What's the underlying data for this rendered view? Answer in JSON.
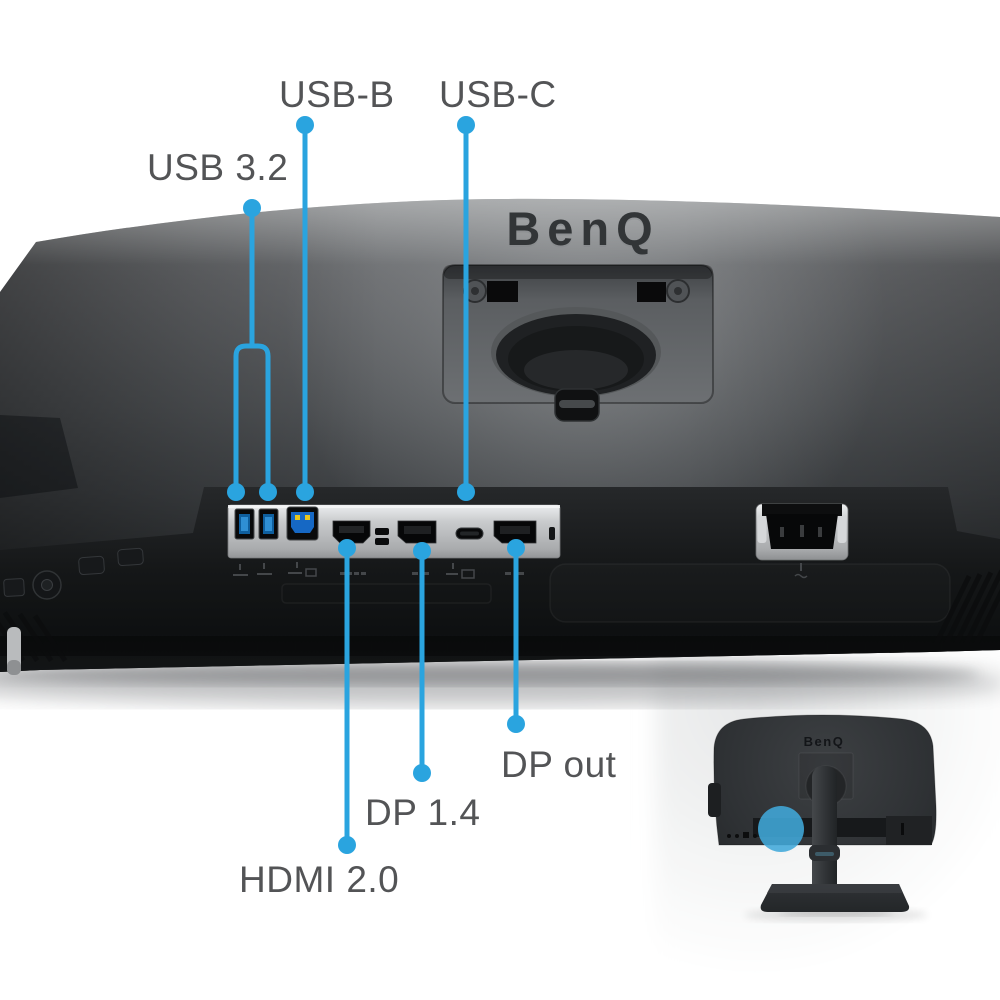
{
  "figure": {
    "type": "annotated-product-rear-view",
    "subject": "monitor back panel connectivity"
  },
  "logo": {
    "text": "BenQ"
  },
  "labels": {
    "usb_3_2": "USB 3.2",
    "usb_b": "USB-B",
    "usb_c": "USB-C",
    "dp_out": "DP out",
    "dp_1_4": "DP 1.4",
    "hdmi_2_0": "HDMI 2.0"
  },
  "callouts": [
    {
      "id": "usb-3-2",
      "label": "USB 3.2",
      "targets": [
        "usb-a-port-1",
        "usb-a-port-2"
      ],
      "direction": "from-top"
    },
    {
      "id": "usb-b",
      "label": "USB-B",
      "targets": [
        "usb-b-port"
      ],
      "direction": "from-top"
    },
    {
      "id": "usb-c",
      "label": "USB-C",
      "targets": [
        "usb-c-port"
      ],
      "direction": "from-top"
    },
    {
      "id": "hdmi-2-0",
      "label": "HDMI 2.0",
      "targets": [
        "hdmi-port"
      ],
      "direction": "to-bottom"
    },
    {
      "id": "dp-1-4",
      "label": "DP 1.4",
      "targets": [
        "dp-in-port"
      ],
      "direction": "to-bottom"
    },
    {
      "id": "dp-out",
      "label": "DP out",
      "targets": [
        "dp-out-port"
      ],
      "direction": "to-bottom"
    }
  ],
  "ports": [
    "usb-a-downstream-1",
    "usb-a-downstream-2",
    "usb-b-upstream",
    "hdmi-in",
    "displayport-in",
    "usb-c",
    "displayport-out",
    "ac-power-inlet"
  ],
  "inset": {
    "description": "rear view of monitor on stand with port area highlighted",
    "highlight": "port-area-circle"
  },
  "colors": {
    "callout_blue": "#2aa4df",
    "label_gray": "#535456",
    "back_panel_gray": "#4a4d50",
    "port_strip_silver": "#c9cbcd",
    "chassis_black": "#141617",
    "background": "#ffffff"
  }
}
